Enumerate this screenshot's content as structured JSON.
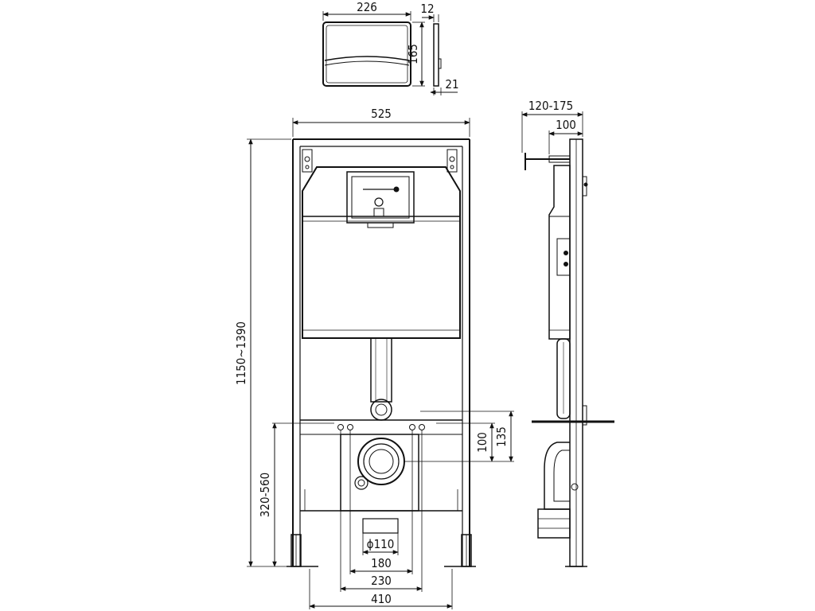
{
  "flush_plate": {
    "width_label": "226",
    "height_label": "165",
    "thickness_label": "12",
    "depth_label": "21"
  },
  "front_view": {
    "frame_width_label": "525",
    "height_range_label": "1150~1390",
    "drain_height_range_label": "320-560",
    "pipe_diameter_label": "ϕ110",
    "stud_spacing_label": "180",
    "inner_spacing_label": "230",
    "foot_spacing_label": "410",
    "offset_100_label": "100",
    "offset_135_label": "135"
  },
  "side_view": {
    "depth_range_label": "120-175",
    "depth_label": "100"
  }
}
